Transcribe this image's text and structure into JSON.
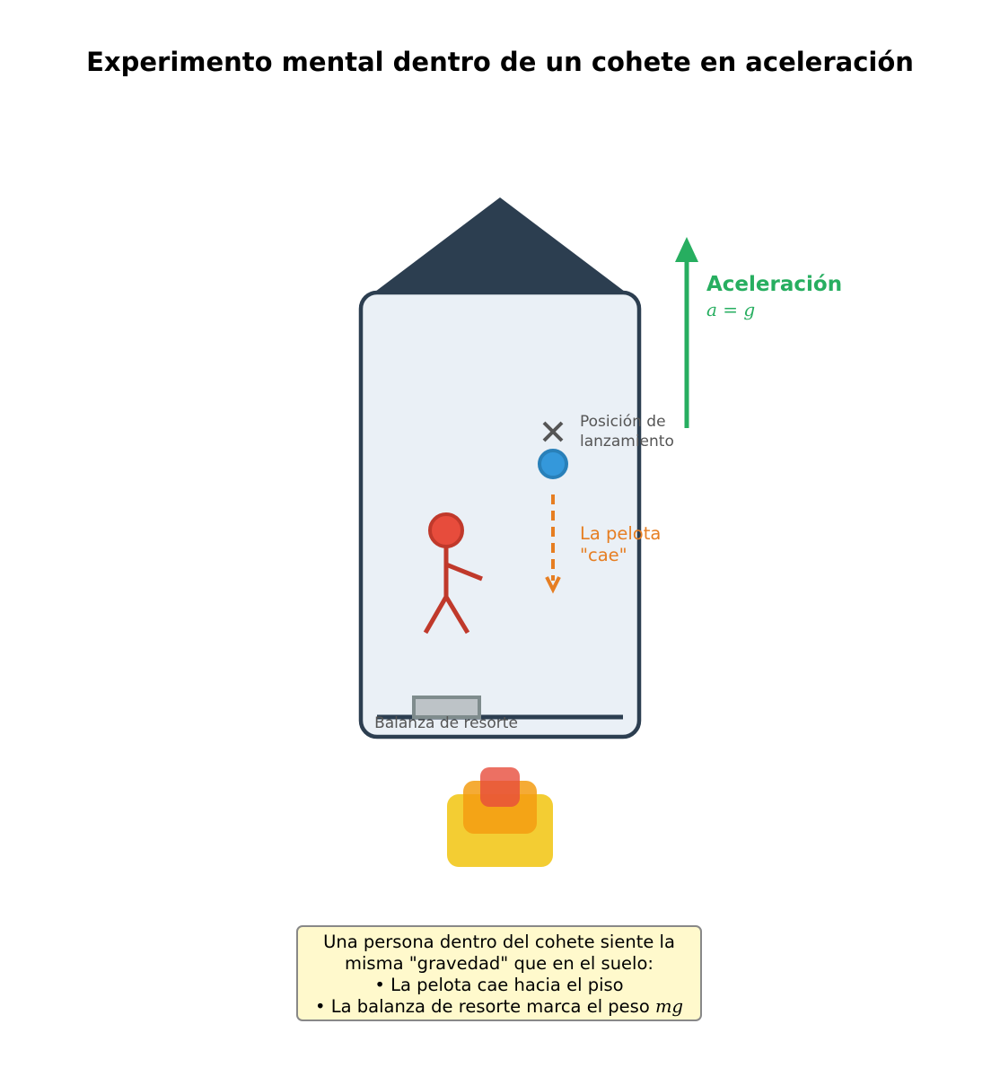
{
  "title": "Experimento mental dentro de un cohete en aceleración",
  "acceleration": {
    "label": "Aceleración",
    "formula": "a = g"
  },
  "launch_position": {
    "line1": "Posición de",
    "line2": "lanzamiento"
  },
  "ball_fall": {
    "line1": "La pelota",
    "line2": "\"cae\""
  },
  "scale_label": "Balanza de resorte",
  "note": {
    "line1": "Una persona dentro del cohete siente la",
    "line2": "misma \"gravedad\" que en el suelo:",
    "line3": "• La pelota cae hacia el piso",
    "line4_prefix": "• La balanza de resorte marca el peso ",
    "line4_math": "mg"
  },
  "colors": {
    "rocket_outline": "#2c3e50",
    "rocket_fill": "#eaf0f6",
    "acceleration": "#27ae60",
    "ball": "#3498db",
    "fall_arrow": "#e67e22",
    "person": "#c0392b",
    "person_head": "#e74c3c",
    "scale": "#bdc3c7",
    "flame_outer": "#f1c40f",
    "flame_mid": "#f39c12",
    "flame_inner": "#e74c3c",
    "note_bg": "#fff9cc"
  }
}
